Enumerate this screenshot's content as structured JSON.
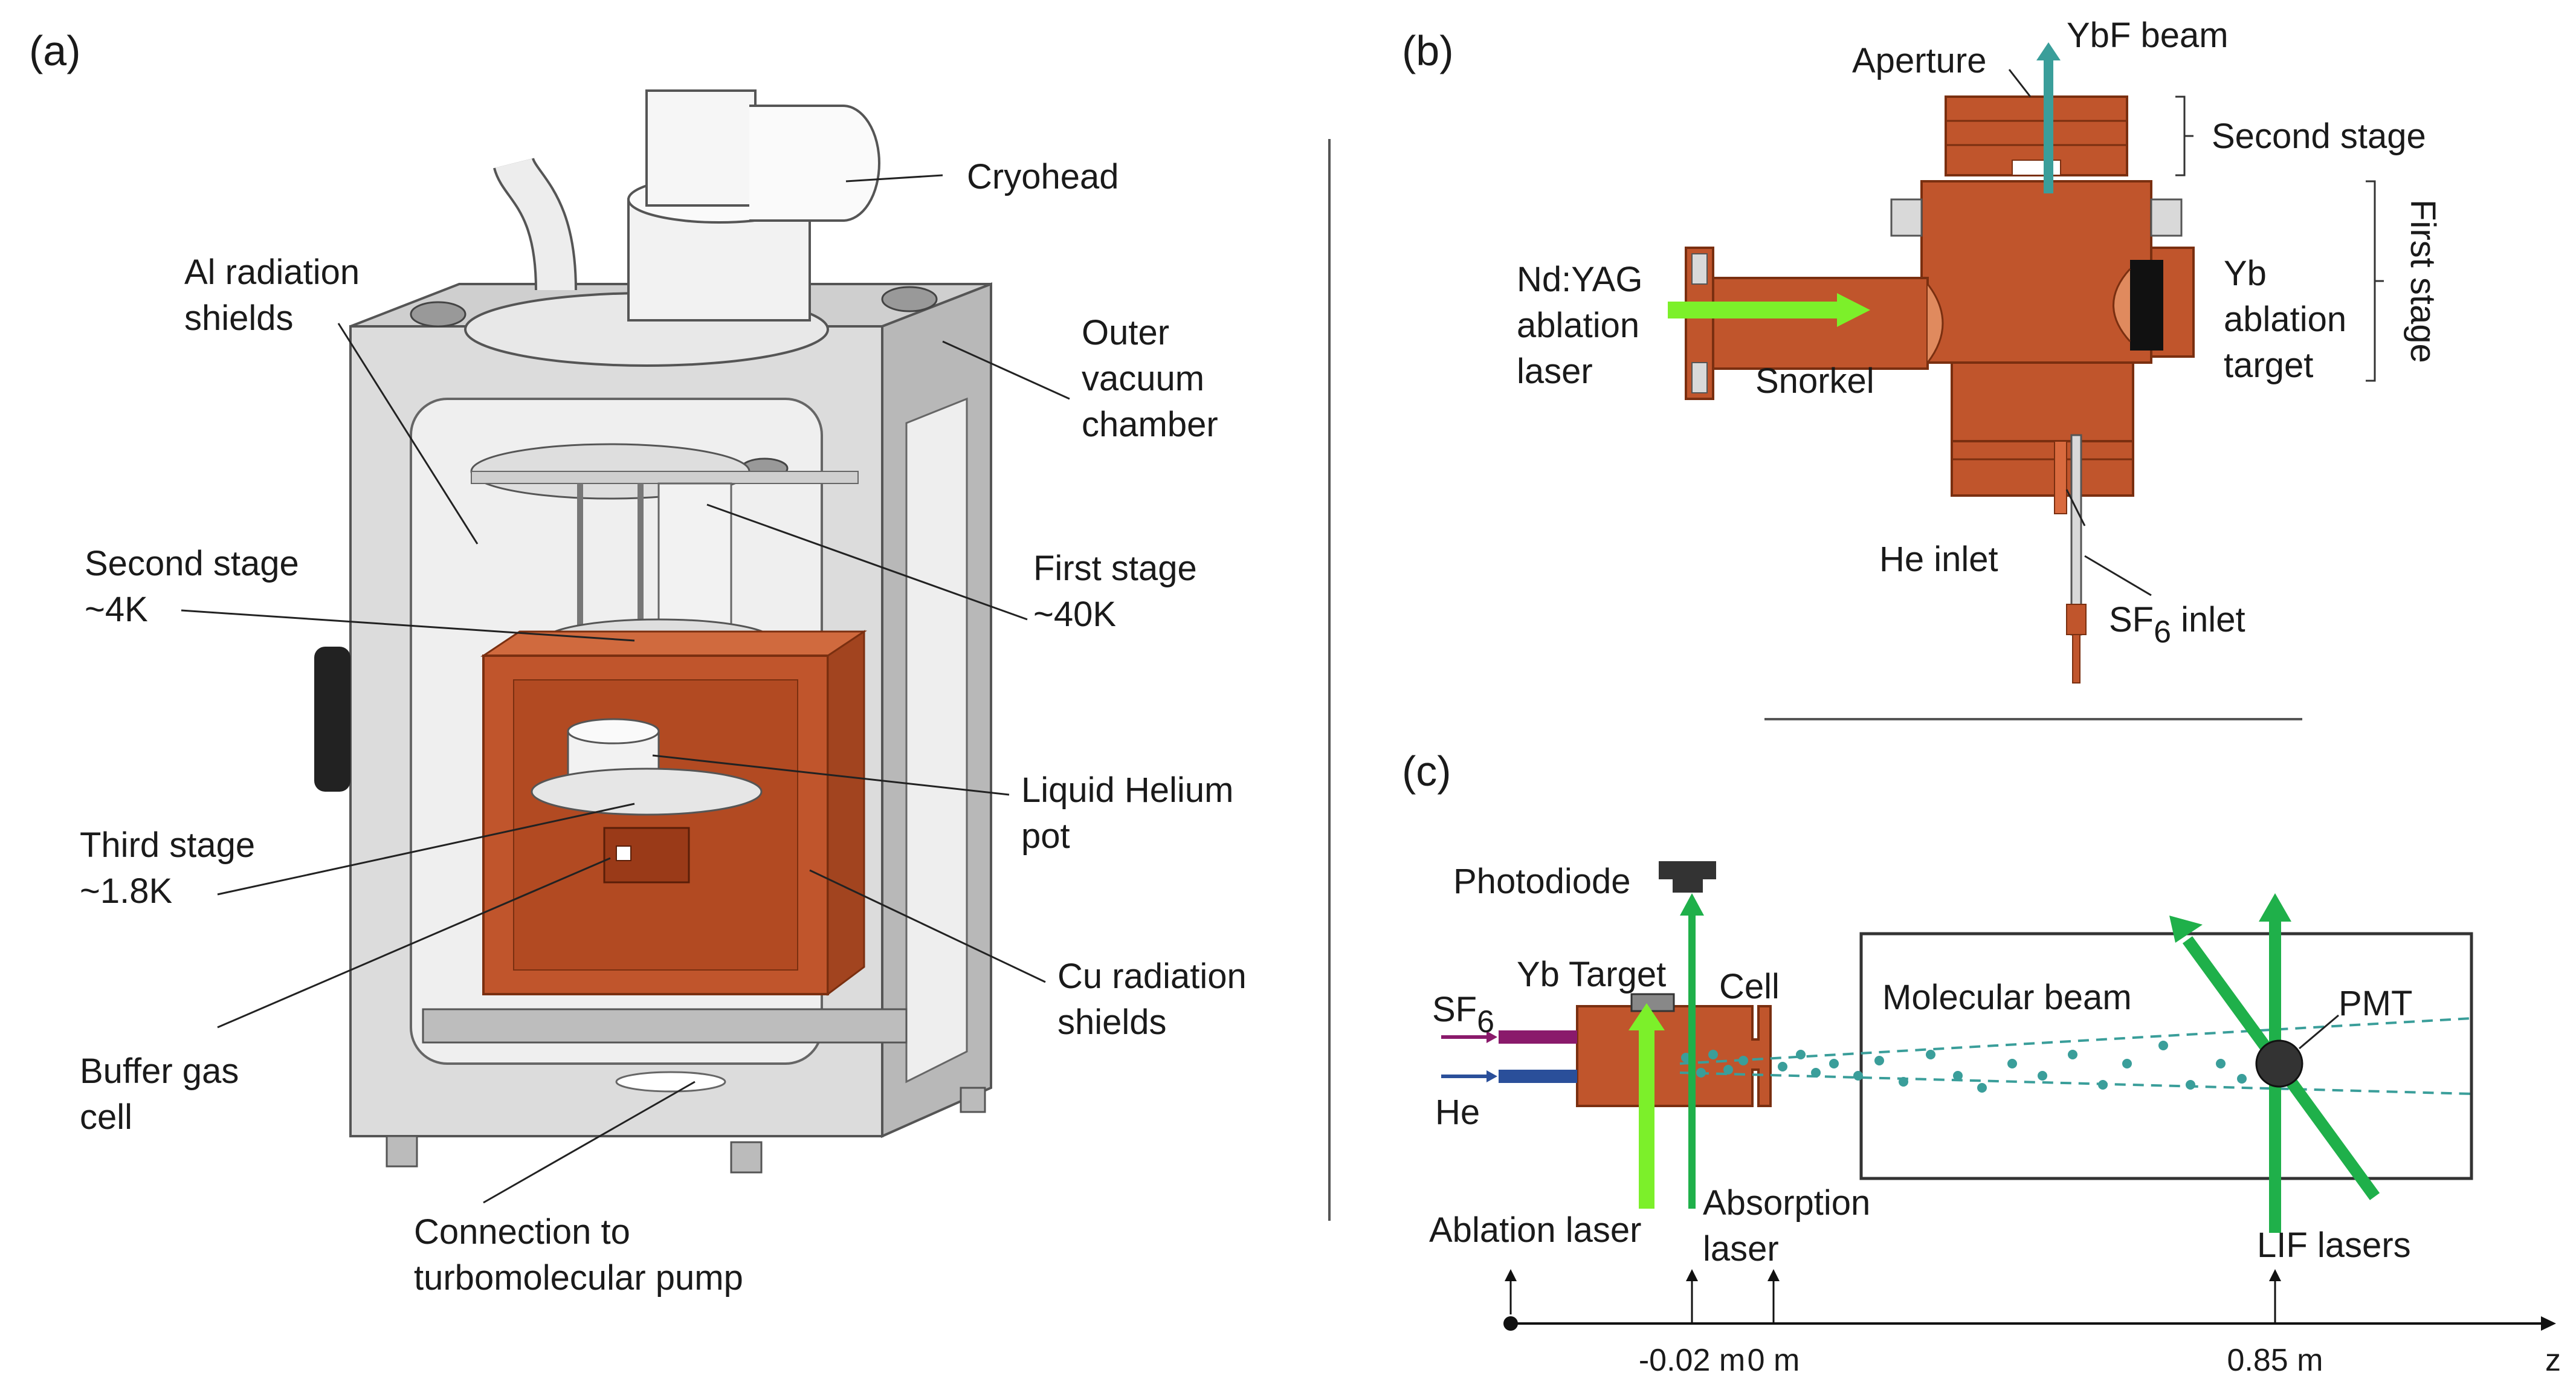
{
  "panel_a": {
    "tag": "(a)",
    "labels": {
      "cryohead": "Cryohead",
      "al_shields_1": "Al radiation",
      "al_shields_2": "shields",
      "outer_1": "Outer",
      "outer_2": "vacuum",
      "outer_3": "chamber",
      "second_1": "Second stage",
      "second_2": "~4K",
      "first_1": "First stage",
      "first_2": "~40K",
      "lhe_1": "Liquid Helium",
      "lhe_2": "pot",
      "third_1": "Third stage",
      "third_2": "~1.8K",
      "cu_1": "Cu radiation",
      "cu_2": "shields",
      "buffer_1": "Buffer gas",
      "buffer_2": "cell",
      "turbo_1": "Connection to",
      "turbo_2": "turbomolecular pump"
    }
  },
  "panel_b": {
    "tag": "(b)",
    "labels": {
      "aperture": "Aperture",
      "ybf_beam": "YbF beam",
      "second_stage": "Second stage",
      "first_stage": "First stage",
      "ndyag_1": "Nd:YAG",
      "ndyag_2": "ablation",
      "ndyag_3": "laser",
      "snorkel": "Snorkel",
      "yb_1": "Yb",
      "yb_2": "ablation",
      "yb_3": "target",
      "he_inlet": "He inlet",
      "sf6_inlet_main": "SF",
      "sf6_inlet_sub": "6",
      "sf6_inlet_rest": " inlet"
    }
  },
  "panel_c": {
    "tag": "(c)",
    "labels": {
      "photodiode": "Photodiode",
      "yb_target": "Yb Target",
      "cell": "Cell",
      "molecular_beam": "Molecular beam",
      "pmt": "PMT",
      "sf6_main": "SF",
      "sf6_sub": "6",
      "he": "He",
      "ablation_laser": "Ablation laser",
      "absorption_1": "Absorption",
      "absorption_2": "laser",
      "lif_lasers": "LIF lasers"
    },
    "axis": {
      "label": "z",
      "ticks": [
        "-0.02 m",
        "0 m",
        "0.85 m"
      ]
    }
  },
  "colors": {
    "copper": "#c0552c",
    "copper_dark": "#8e3a1a",
    "aluminum": "#d9d9d9",
    "teal": "#3a9e9a",
    "laser_green": "#1fb04a",
    "ablation_green": "#7cf02a",
    "sf6_line": "#8a1a6b",
    "he_line": "#2a4f9a"
  }
}
